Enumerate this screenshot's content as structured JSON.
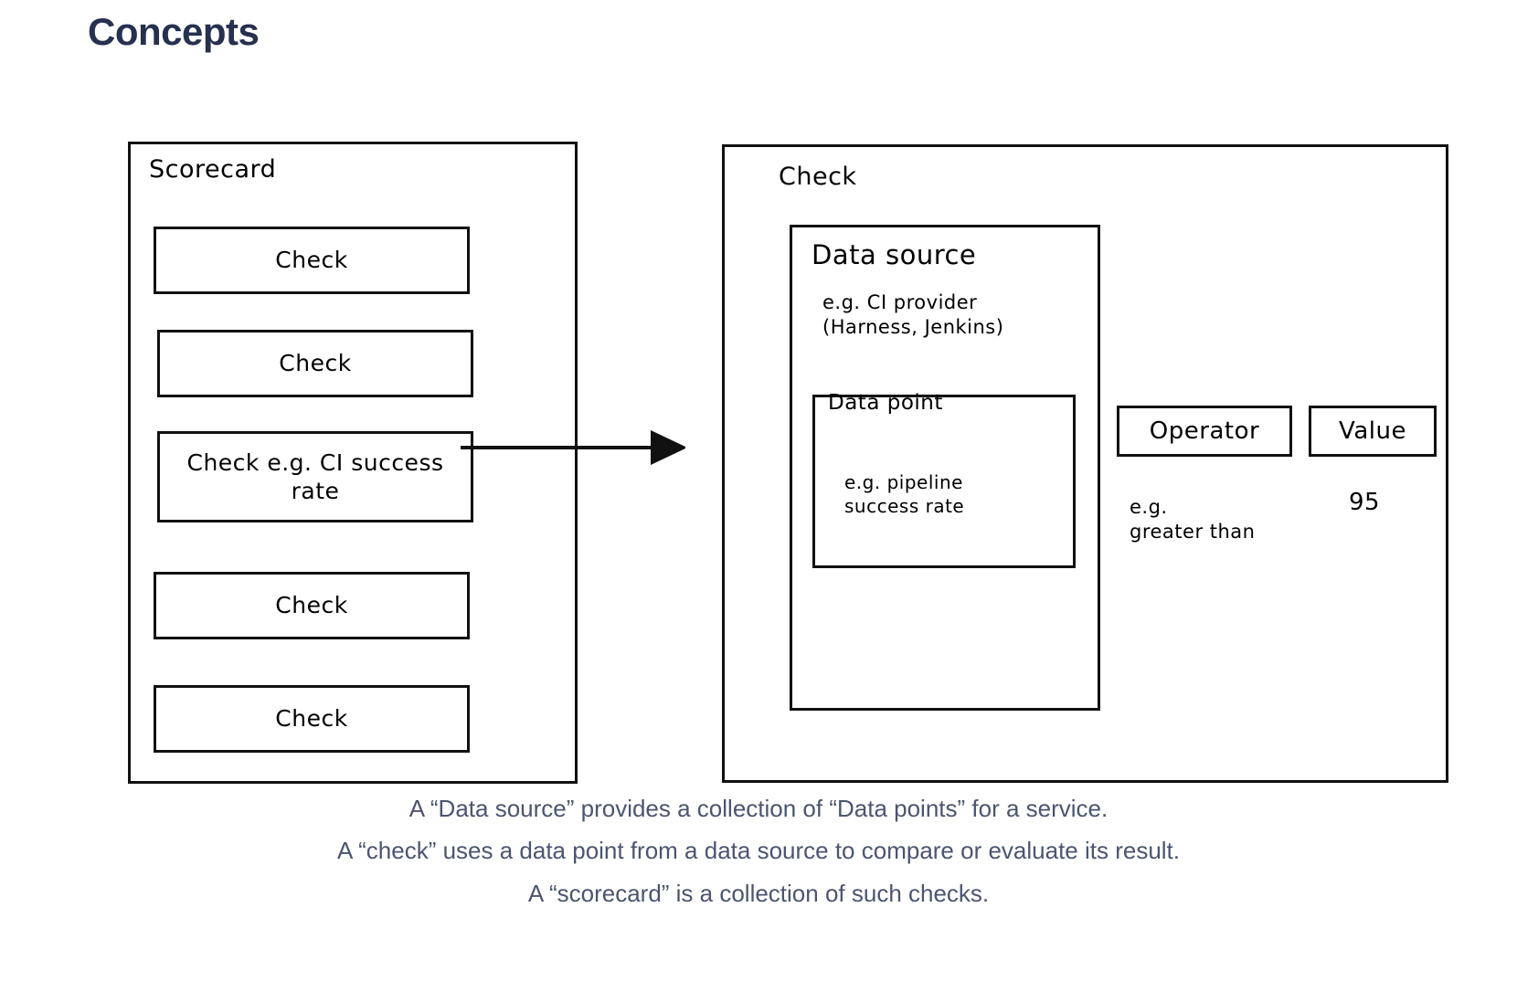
{
  "page": {
    "title": "Concepts",
    "title_color": "#26304f",
    "background": "#ffffff",
    "stroke_color": "#111111"
  },
  "diagram": {
    "type": "block-diagram",
    "scorecard": {
      "label": "Scorecard",
      "checks": [
        {
          "label": "Check"
        },
        {
          "label": "Check"
        },
        {
          "label": "Check e.g. CI\nsuccess rate"
        },
        {
          "label": "Check"
        },
        {
          "label": "Check"
        }
      ]
    },
    "arrow": {
      "name": "scorecard-to-check-arrow",
      "direction": "right"
    },
    "check": {
      "label": "Check",
      "data_source": {
        "label": "Data source",
        "example": "e.g. CI provider\n(Harness, Jenkins)",
        "data_point": {
          "label": "Data point",
          "example": "e.g. pipeline\nsuccess rate"
        }
      },
      "operator": {
        "label": "Operator",
        "example": "e.g.\ngreater than"
      },
      "value": {
        "label": "Value",
        "example": "95"
      }
    }
  },
  "caption": {
    "color": "#4b5570",
    "lines": [
      "A “Data source” provides a collection of “Data points” for a service.",
      "A “check” uses a data point from a data source to compare or evaluate its result.",
      "A “scorecard” is a collection of such checks."
    ]
  }
}
